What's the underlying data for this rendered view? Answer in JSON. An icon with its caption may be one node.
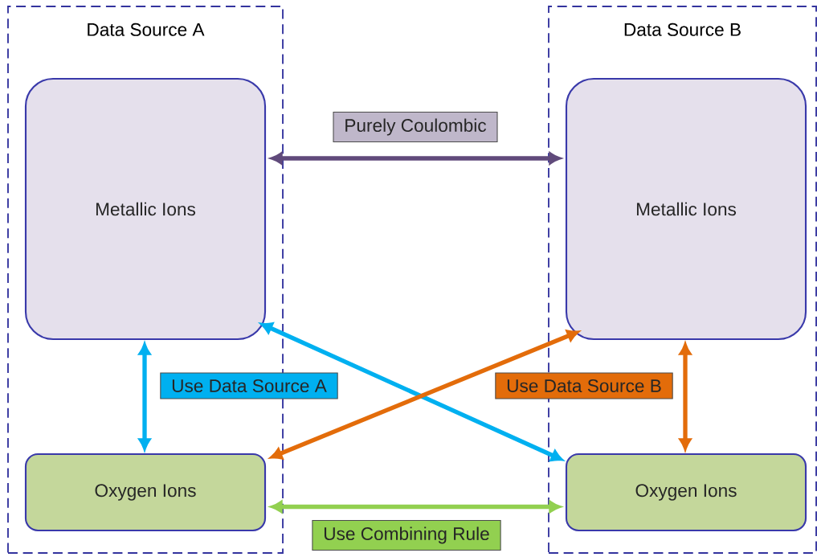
{
  "diagram": {
    "nodes": [
      {
        "text": [
          "Data Source A"
        ]
      },
      {
        "text": [
          "Metallic Ions"
        ],
        "in": 0
      },
      {
        "text": [
          "Oxygen Ions"
        ],
        "in": 0
      },
      {
        "text": [
          "Data Source B"
        ]
      },
      {
        "text": [
          "Metallic Ions"
        ],
        "in": 3
      },
      {
        "text": [
          "Oxygen Ions"
        ],
        "in": 3
      }
    ],
    "edges": [
      {
        "from": 1,
        "to": 4,
        "arrow": "both",
        "label": "Purely Coulombic",
        "color": "#604a7b"
      },
      {
        "from": 1,
        "to": 2,
        "arrow": "both",
        "label": "Use Data Source A",
        "color": "#00b0f0"
      },
      {
        "from": 1,
        "to": 5,
        "arrow": "both",
        "color": "#00b0f0"
      },
      {
        "from": 4,
        "to": 2,
        "arrow": "both",
        "color": "#e36c0a"
      },
      {
        "from": 4,
        "to": 5,
        "arrow": "both",
        "label": "Use Data Source B",
        "color": "#e36c0a"
      },
      {
        "from": 2,
        "to": 5,
        "arrow": "both",
        "label": "Use Combining Rule",
        "color": "#92d050"
      }
    ]
  }
}
